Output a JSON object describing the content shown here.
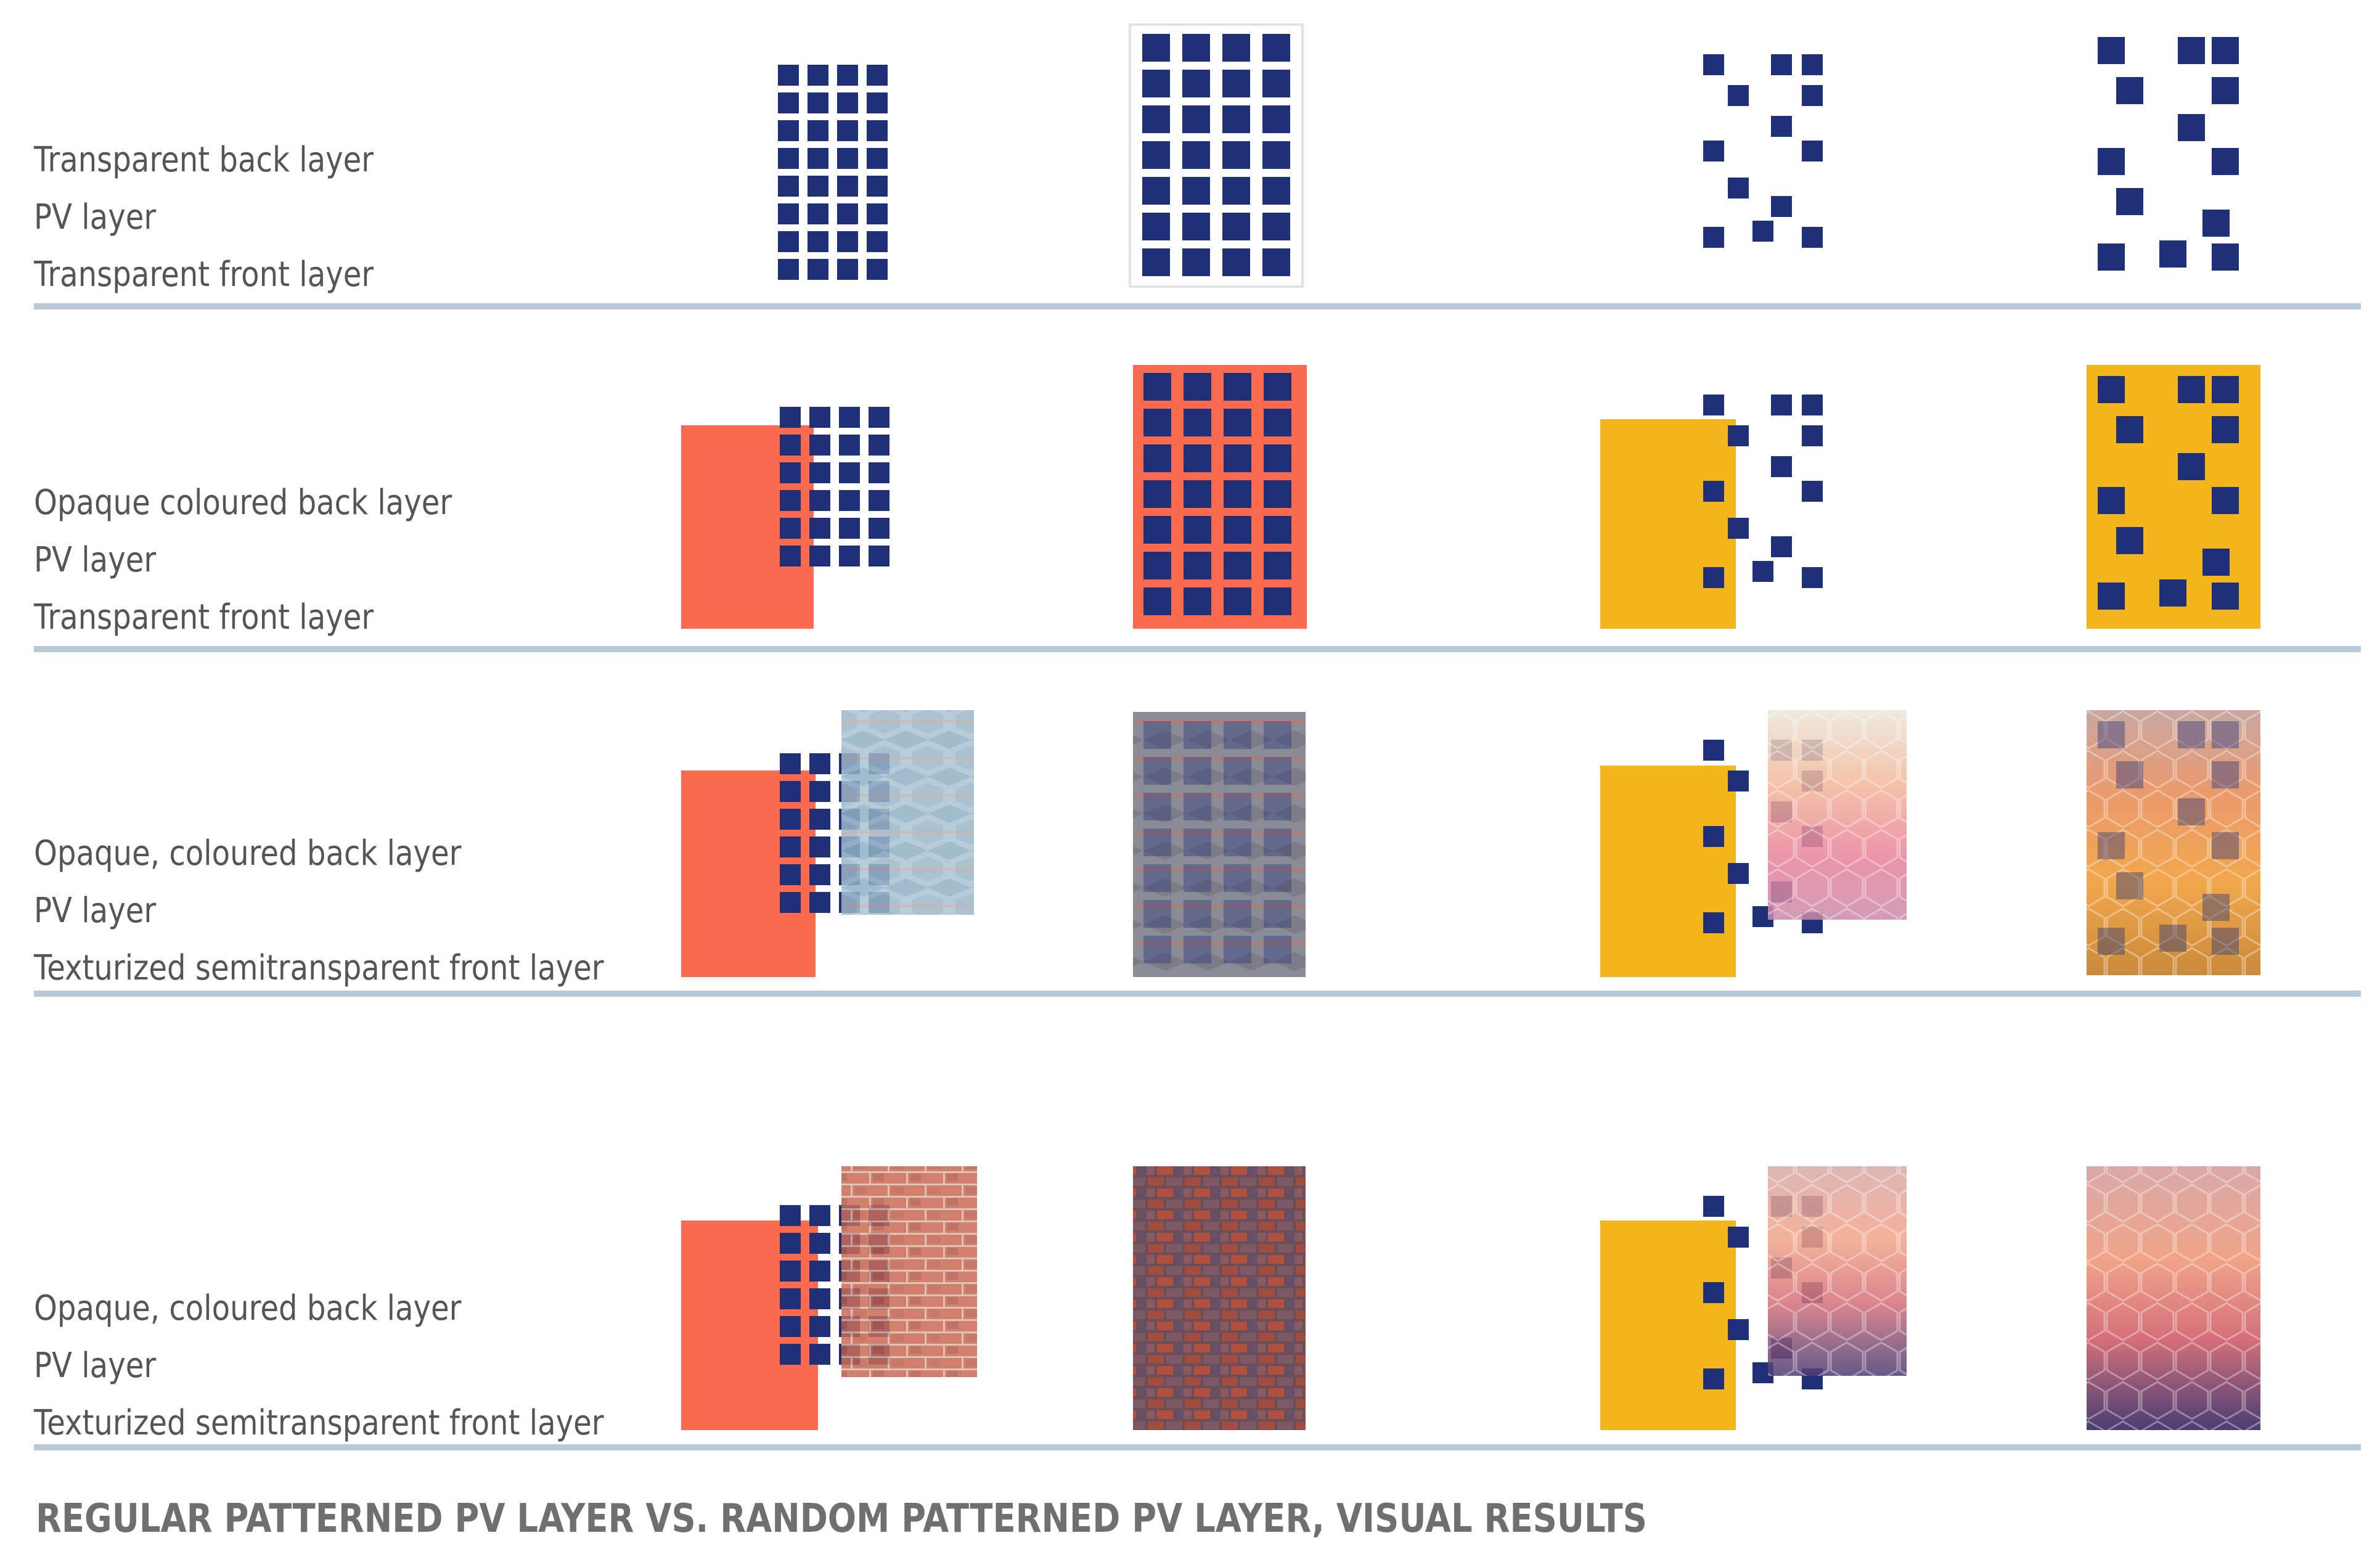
{
  "rows": [
    {
      "labels": [
        "Transparent back layer",
        "PV layer",
        "Transparent front layer"
      ]
    },
    {
      "labels": [
        "Opaque coloured back layer",
        "PV layer",
        "Transparent front layer"
      ]
    },
    {
      "labels": [
        "Opaque, coloured back layer",
        "PV layer",
        "Texturized semitransparent front layer"
      ]
    },
    {
      "labels": [
        "Opaque, coloured back layer",
        "PV layer",
        "Texturized semitransparent front layer"
      ]
    }
  ],
  "caption": "REGULAR PATTERNED PV LAYER VS. RANDOM PATTERNED PV LAYER, VISUAL RESULTS",
  "colors": {
    "pv_cell": "#1f2f78",
    "coral_back_layer": "#fa6a4e",
    "yellow_back_layer": "#f4b51b",
    "divider": "#b8c9d9",
    "label_text": "#555555",
    "caption_text": "#6f6f6f"
  }
}
